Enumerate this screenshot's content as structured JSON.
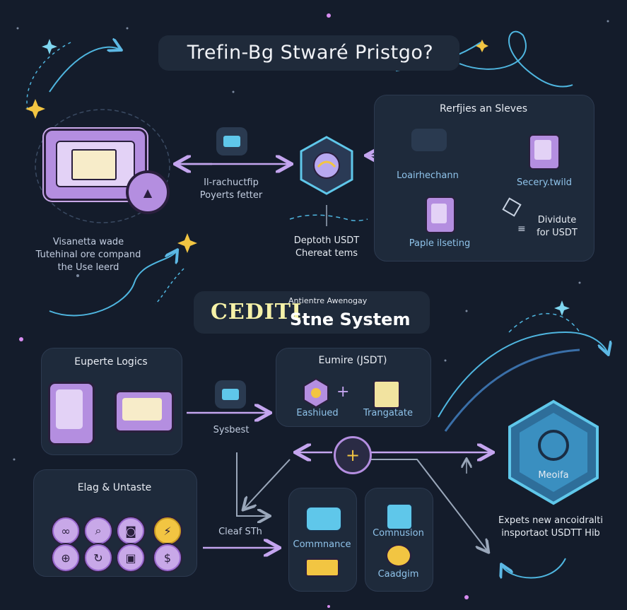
{
  "header": {
    "title": "Trefin-Bg Stwaré Pristgo?"
  },
  "top_left": {
    "caption_lines": [
      "Visanetta wade",
      "Tutehinal ore compand",
      "the Use leerd"
    ]
  },
  "top_middle": {
    "arrow_label_lines": [
      "Il-rachuctfip",
      "Poyerts fetter"
    ],
    "hex_caption_lines": [
      "Deptoth USDT",
      "Chereat tems"
    ]
  },
  "top_right_panel": {
    "title": "Rerfjies an Sleves",
    "loader_label": "Loairhechann",
    "secery_label": "Secery.twild",
    "paple_label": "Paple ilseting",
    "dividute_lines": [
      "Dividute",
      "for USDT"
    ]
  },
  "middle_title": {
    "big": "CEDITI",
    "small": "Antientre Awenogay",
    "main": "Stne System"
  },
  "eupert_panel": {
    "title": "Euperte Logics"
  },
  "eumire_panel": {
    "title": "Eumire (JSDT)",
    "item1": "Eashiued",
    "item2": "Trangatate"
  },
  "connector": {
    "sybest_label": "Sysbest",
    "cleaf_label": "Cleaf STh"
  },
  "elag_panel": {
    "title": "Elag & Untaste"
  },
  "communance_panel": {
    "label": "Commnance"
  },
  "comnusion_panel": {
    "label1": "Comnusion",
    "label2": "Caadgim"
  },
  "meoifa_node": {
    "label": "Meoifa"
  },
  "bottom_right": {
    "caption_lines": [
      "Expets new ancoidralti",
      "insportaot USDTT Hib"
    ]
  },
  "colors": {
    "background": "#141c2b",
    "panel": "#1e2a3b",
    "accent_purple": "#b48ee0",
    "accent_cyan": "#4fc3e8",
    "accent_gold": "#f2c542"
  }
}
